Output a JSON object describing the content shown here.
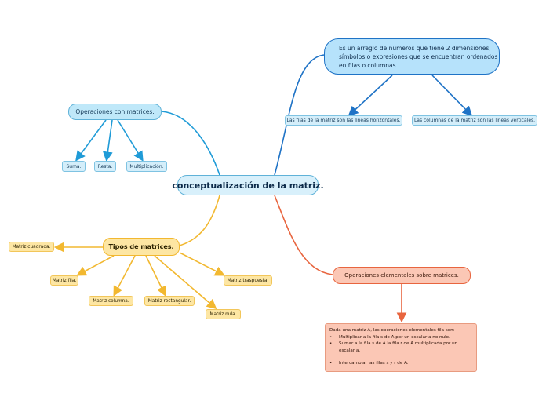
{
  "root": {
    "label": "conceptualización de la matriz."
  },
  "definition": {
    "text": "Es un arreglo de números que tiene 2 dimensiones, símbolos o expresiones que se encuentran ordenados en filas o columnas.",
    "children": [
      "Las filas de la matriz son las líneas horizontales.",
      "Las columnas de la matriz son las líneas verticales."
    ]
  },
  "operations": {
    "label": "Operaciones con matrices.",
    "children": [
      "Suma.",
      "Resta.",
      "Multiplicación."
    ]
  },
  "types": {
    "label": "Tipos de matrices.",
    "children": {
      "square": "Matriz cuadrada.",
      "row": "Matriz fila.",
      "column": "Matriz columna.",
      "rectangular": "Matriz rectangular.",
      "null": "Matriz nula.",
      "transpose": "Matriz traspuesta."
    }
  },
  "elementary": {
    "label": "Operaciones elementales sobre matrices.",
    "detail": {
      "intro": "Dada una matriz A, las operaciones elementales fila son:",
      "items": [
        "Multiplicar a la fila s de A por un escalar a no nulo.",
        "Sumar a la fila s de A la fila r de A multiplicada por un escalar a.",
        "Intercambiar las filas s y r de A."
      ],
      "bullet": "•"
    }
  },
  "colors": {
    "blue_branch": "#1f9bd7",
    "dark_blue_branch": "#1f73c6",
    "yellow_branch": "#f2b830",
    "red_branch": "#e8653f"
  }
}
